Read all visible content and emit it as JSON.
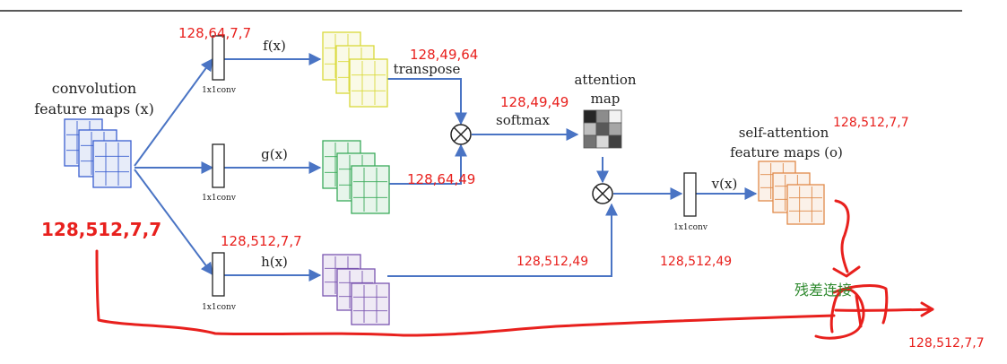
{
  "inputs": {
    "conv_label_line1": "convolution",
    "conv_label_line2": "feature maps (x)",
    "input_shape": "128,512,7,7"
  },
  "branches": {
    "f_label": "f(x)",
    "g_label": "g(x)",
    "h_label": "h(x)",
    "conv_label": "1x1conv",
    "f_conv_shape": "128,64,7,7",
    "h_conv_shape": "128,512,7,7",
    "f_out_shape": "128,49,64",
    "g_out_shape": "128,64,49",
    "h_out_shape": "128,512,49"
  },
  "ops": {
    "transpose": "transpose",
    "softmax": "softmax",
    "softmax_shape": "128,49,49",
    "attention_line1": "attention",
    "attention_line2": "map"
  },
  "output": {
    "v_label": "v(x)",
    "v_conv_label": "1x1conv",
    "v_shape": "128,512,49",
    "sa_line1": "self-attention",
    "sa_line2": "feature maps (o)",
    "sa_shape": "128,512,7,7",
    "residual_label": "残差连接",
    "final_shape": "128,512,7,7"
  },
  "colors": {
    "f_maps": "#d9d93a",
    "g_maps": "#3aaa5a",
    "h_maps": "#7a55b0",
    "x_maps": "#3a5fd0",
    "o_maps": "#e08a4a",
    "arrow": "#4a74c4",
    "annotation": "#e8201d",
    "residual_text": "#2f8a2f"
  },
  "attention_cells": [
    0.85,
    0.45,
    0.05,
    0.25,
    0.65,
    0.35,
    0.55,
    0.15,
    0.75
  ]
}
